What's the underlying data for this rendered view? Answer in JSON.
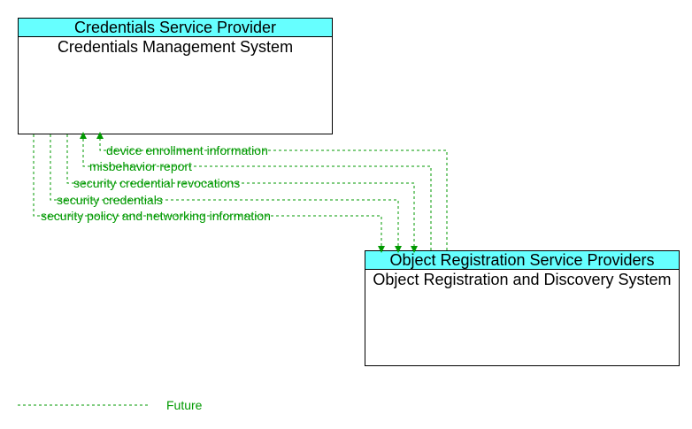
{
  "entities": [
    {
      "header": "Credentials Service Provider",
      "body": "Credentials Management System"
    },
    {
      "header": "Object Registration Service Providers",
      "body": "Object Registration and Discovery System"
    }
  ],
  "flows": [
    {
      "label": "device enrollment information",
      "direction": "to-credentials"
    },
    {
      "label": "misbehavior report",
      "direction": "to-credentials"
    },
    {
      "label": "security credential revocations",
      "direction": "to-object-registration"
    },
    {
      "label": "security credentials",
      "direction": "to-object-registration"
    },
    {
      "label": "security policy and networking information",
      "direction": "to-object-registration"
    }
  ],
  "legend": {
    "label": "Future",
    "color": "#009900"
  },
  "colors": {
    "header_fill": "#66ffff",
    "flow": "#009900"
  }
}
